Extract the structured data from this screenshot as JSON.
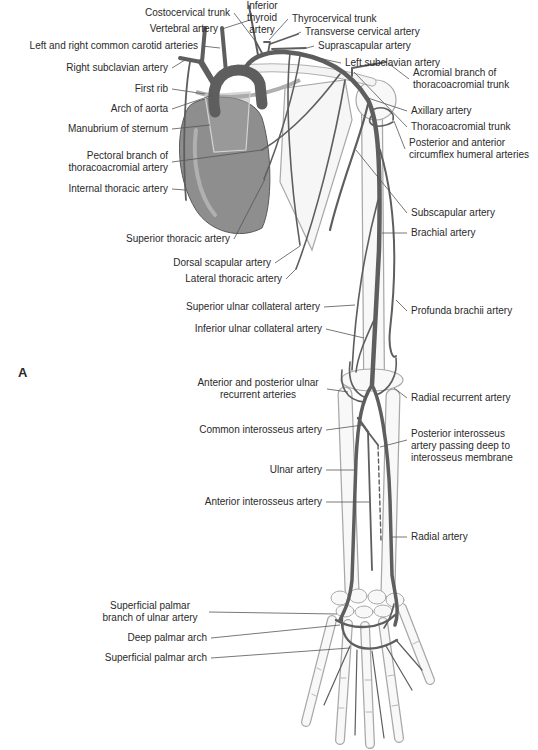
{
  "diagram": {
    "labels": [
      "Inferior thyroid artery",
      "Costocervical trunk",
      "Thyrocervical trunk",
      "Vertebral artery",
      "Transverse cervical artery",
      "Left and right common carotid arteries",
      "Suprascapular artery",
      "Right subclavian artery",
      "Left subclavian artery",
      "First rib",
      "Acromial branch of thoracoacromial trunk",
      "Arch of aorta",
      "Axillary artery",
      "Manubrium of sternum",
      "Thoracoacromial trunk",
      "Posterior and anterior circumflex humeral arteries",
      "Pectoral branch of thoracoacromial artery",
      "Internal thoracic artery",
      "Subscapular artery",
      "Superior thoracic artery",
      "Brachial artery",
      "Dorsal scapular artery",
      "Lateral thoracic artery",
      "Superior ulnar collateral artery",
      "Profunda brachii artery",
      "Inferior ulnar collateral artery",
      "A",
      "Anterior and posterior ulnar recurrent arteries",
      "Radial recurrent artery",
      "Common interosseus artery",
      "Posterior interosseus artery passing deep to interosseus membrane",
      "Ulnar artery",
      "Anterior interosseus artery",
      "Radial artery",
      "Superficial palmar branch of ulnar artery",
      "Deep palmar arch",
      "Superficial palmar arch"
    ]
  }
}
